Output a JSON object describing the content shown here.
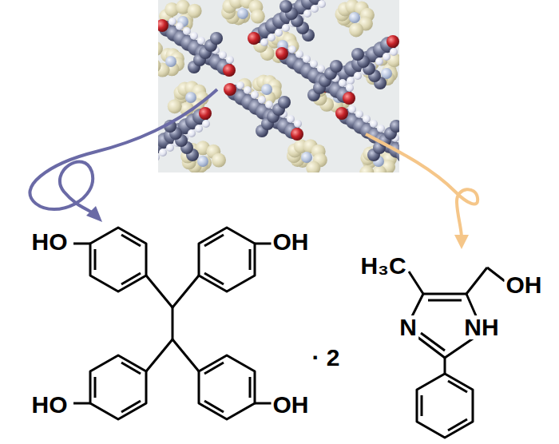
{
  "diagram": {
    "labels": [
      "HO",
      "OH",
      "HO",
      "OH",
      "· 2",
      "H₃C",
      "OH",
      "N",
      "NH"
    ]
  }
}
